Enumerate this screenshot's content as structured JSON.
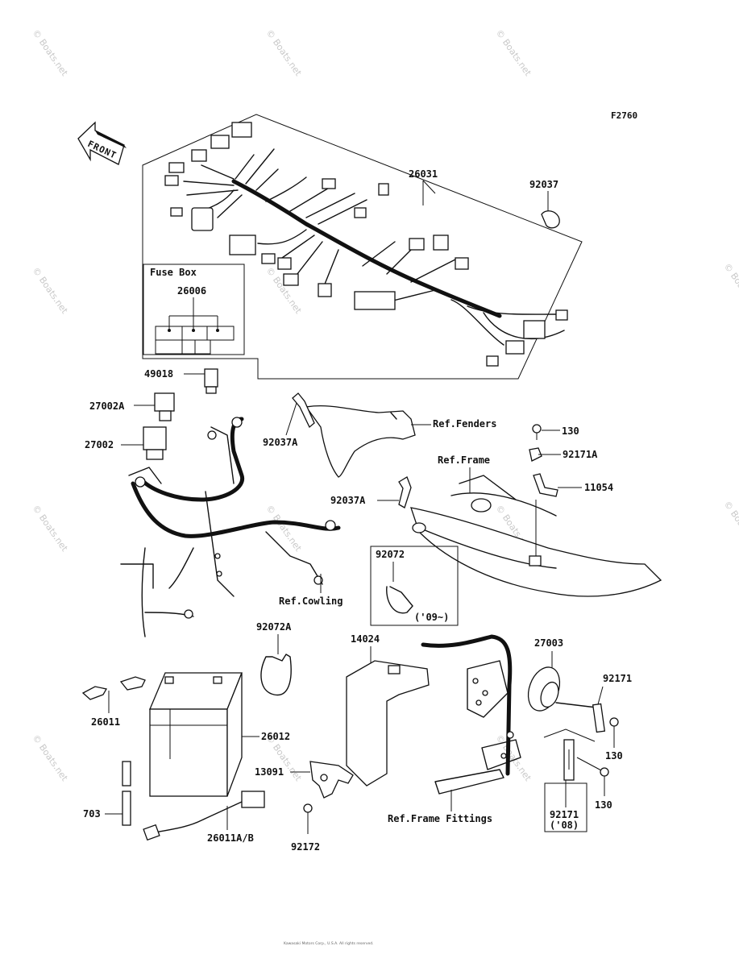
{
  "figure_code": "F2760",
  "front_label": "FRONT",
  "fuse_box": {
    "title": "Fuse Box",
    "part": "26006"
  },
  "watermark": "© Boats.net",
  "parts": {
    "harness": "26031",
    "clamp_top": "92037",
    "relay_small": "49018",
    "relay_a": "27002A",
    "relay": "27002",
    "clamp_a_left": "92037A",
    "clamp_a_mid": "92037A",
    "bolt_top": "130",
    "bracket_a": "92171A",
    "stay": "11054",
    "band_box": "92072",
    "band_box_note": "('09~)",
    "band_a": "92072A",
    "cover": "14024",
    "horn": "27003",
    "bracket_horn": "92171",
    "bolt_right1": "130",
    "bolt_right2": "130",
    "bracket_08": "92171",
    "bracket_08_note": "('08)",
    "terminal": "26011",
    "battery": "26012",
    "holder": "13091",
    "tube": "703",
    "lead": "26011A/B",
    "screw": "92172"
  },
  "refs": {
    "fenders": "Ref.Fenders",
    "frame": "Ref.Frame",
    "cowling": "Ref.Cowling",
    "frame_fittings": "Ref.Frame Fittings"
  },
  "footer": "Kawasaki Motors Corp., U.S.A. All rights reserved."
}
